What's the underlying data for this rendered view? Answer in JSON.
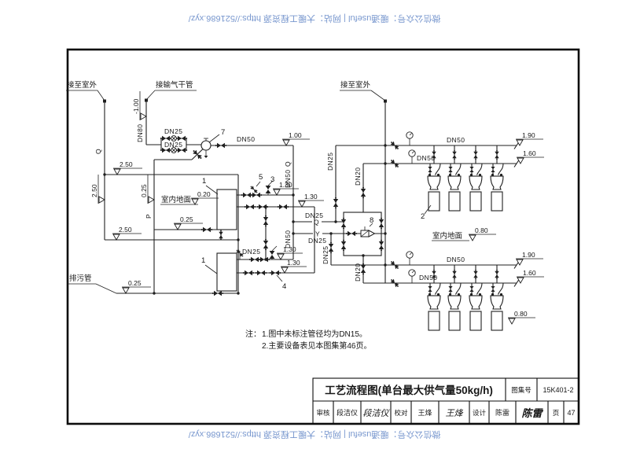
{
  "colors": {
    "paper": "#ffffff",
    "ink": "#1f1f1f",
    "watermark_blue": "#6a8cc9"
  },
  "watermark": {
    "text": "微信公众号：暖通useful | 网站：大暖工程资源 https://521686.xyz/"
  },
  "callouts": {
    "outdoor_left": "接至室外",
    "gas_main": "接输气干管",
    "outdoor_right": "接至室外",
    "drain_pipe": "排污管",
    "indoor_floor_left": "室内地面",
    "indoor_floor_right": "室内地面"
  },
  "pipes": {
    "dn80": "DN80",
    "dn50": "DN50",
    "dn25": "DN25",
    "dn20": "DN20"
  },
  "flows": {
    "q": "Q",
    "p": "P",
    "y": "Y"
  },
  "elevations": {
    "minus100": "-1.00",
    "e100": "1.00",
    "e250": "2.50",
    "e025": "0.25",
    "e020": "0.20",
    "e130": "1.30",
    "e190": "1.90",
    "e160": "1.60",
    "e080": "0.80"
  },
  "tags": {
    "t1": "1",
    "t2": "2",
    "t3": "3",
    "t4": "4",
    "t5": "5",
    "t7": "7",
    "t8": "8"
  },
  "notes": {
    "prefix": "注：",
    "line1": "1.图中未标注管径均为DN15。",
    "line2": "2.主要设备表见本图集第46页。"
  },
  "title_block": {
    "title": "工艺流程图(单台最大供气量50kg/h)",
    "atlas_label": "图集号",
    "atlas_no": "15K401-2",
    "page_label": "页",
    "page_no": "47",
    "reviewer_label": "审核",
    "reviewer_name": "段洁仪",
    "reviewer_sig": "段洁仪",
    "checker_label": "校对",
    "checker_name": "王烽",
    "checker_sig": "王烽",
    "designer_label": "设计",
    "designer_name": "陈雷",
    "designer_sig": "陈雷"
  }
}
